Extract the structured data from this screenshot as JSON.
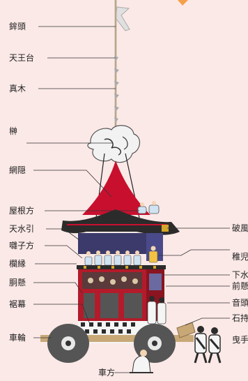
{
  "diagram": {
    "left_labels": [
      {
        "id": "hoko-gashira",
        "text": "鉾頭"
      },
      {
        "id": "tennodai",
        "text": "天王台"
      },
      {
        "id": "shingi",
        "text": "真木"
      },
      {
        "id": "sakaki",
        "text": "榊"
      },
      {
        "id": "amikakushi",
        "text": "網隠"
      },
      {
        "id": "yanekata",
        "text": "屋根方"
      },
      {
        "id": "tensuihiki",
        "text": "天水引"
      },
      {
        "id": "hayashikata",
        "text": "囃子方"
      },
      {
        "id": "ranbuchi",
        "text": "欄縁"
      },
      {
        "id": "dokake",
        "text": "胴懸"
      },
      {
        "id": "susomaku",
        "text": "裾幕"
      },
      {
        "id": "sharin",
        "text": "車輪"
      }
    ],
    "right_labels": [
      {
        "id": "hafu",
        "text": "破風"
      },
      {
        "id": "chigo",
        "text": "稚児"
      },
      {
        "id": "shimomizuhiki",
        "text": "下水"
      },
      {
        "id": "maekake",
        "text": "前懸"
      },
      {
        "id": "ondo",
        "text": "音頭"
      },
      {
        "id": "ishimochi",
        "text": "石持"
      },
      {
        "id": "hikite",
        "text": "曳手"
      }
    ],
    "bottom_label": {
      "id": "kurumakata",
      "text": "車方"
    },
    "colors": {
      "background": "#fbe9e7",
      "roof_red": "#c8102e",
      "body_red": "#b31b2a",
      "dark": "#2b2b2b",
      "wheel": "#555555",
      "leader": "#333333"
    }
  }
}
